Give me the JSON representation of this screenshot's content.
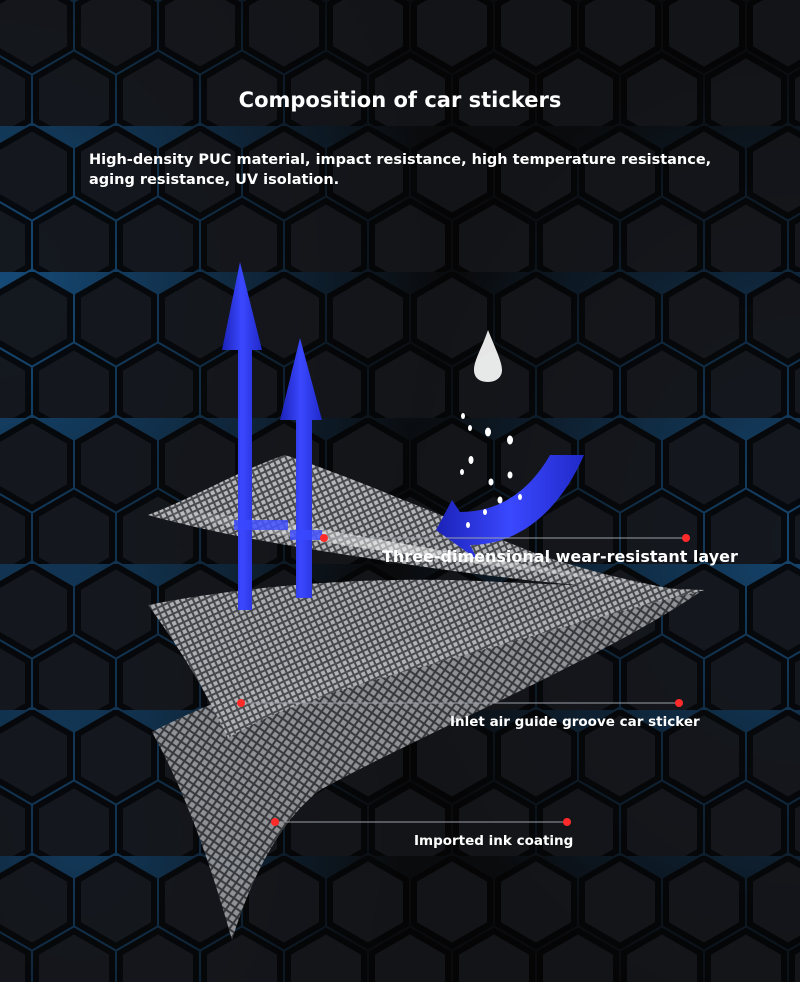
{
  "title": "Composition of car stickers",
  "subtitle": "High-density PUC material, impact resistance, high temperature resistance, aging resistance, UV isolation.",
  "callouts": [
    {
      "label": "Three-dimensional wear-resistant layer"
    },
    {
      "label": "Inlet air guide groove car sticker"
    },
    {
      "label": "Imported ink coating"
    }
  ],
  "colors": {
    "background": "#0c0d10",
    "hex_glow": "#1f7fd0",
    "arrow_blue": "#2a36e8",
    "marker_red": "#ff2a2a",
    "text": "#ffffff"
  }
}
